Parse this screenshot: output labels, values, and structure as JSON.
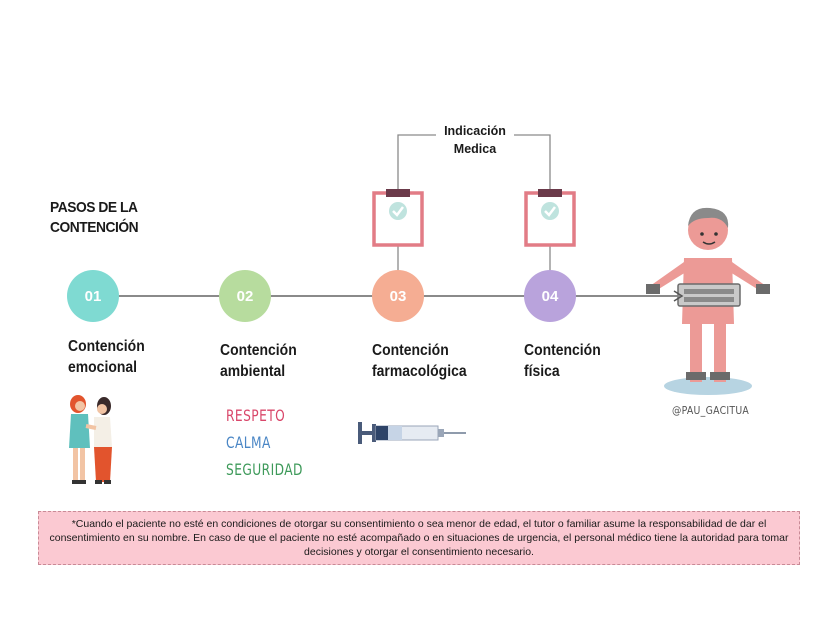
{
  "title": "PASOS DE LA CONTENCIÓN",
  "indication": "Indicación Medica",
  "steps": [
    {
      "number": "01",
      "label_line1": "Contención",
      "label_line2": "emocional",
      "color": "#7fdad2"
    },
    {
      "number": "02",
      "label_line1": "Contención",
      "label_line2": "ambiental",
      "color": "#b7dc9e"
    },
    {
      "number": "03",
      "label_line1": "Contención",
      "label_line2": "farmacológica",
      "color": "#f5ad93"
    },
    {
      "number": "04",
      "label_line1": "Contención",
      "label_line2": "física",
      "color": "#b9a3dc"
    }
  ],
  "values": [
    {
      "text": "RESPETO",
      "color": "#d9476a"
    },
    {
      "text": "CALMA",
      "color": "#4a86c5"
    },
    {
      "text": "SEGURIDAD",
      "color": "#3e9a5a"
    }
  ],
  "credit": "@PAU_GACITUA",
  "note": "*Cuando el paciente no esté en condiciones de otorgar su consentimiento o sea menor de edad, el tutor o familiar asume la responsabilidad de dar el consentimiento en su nombre. En caso de que el paciente no esté acompañado o en situaciones de urgencia, el personal médico tiene la autoridad para tomar decisiones y otorgar el consentimiento necesario."
}
